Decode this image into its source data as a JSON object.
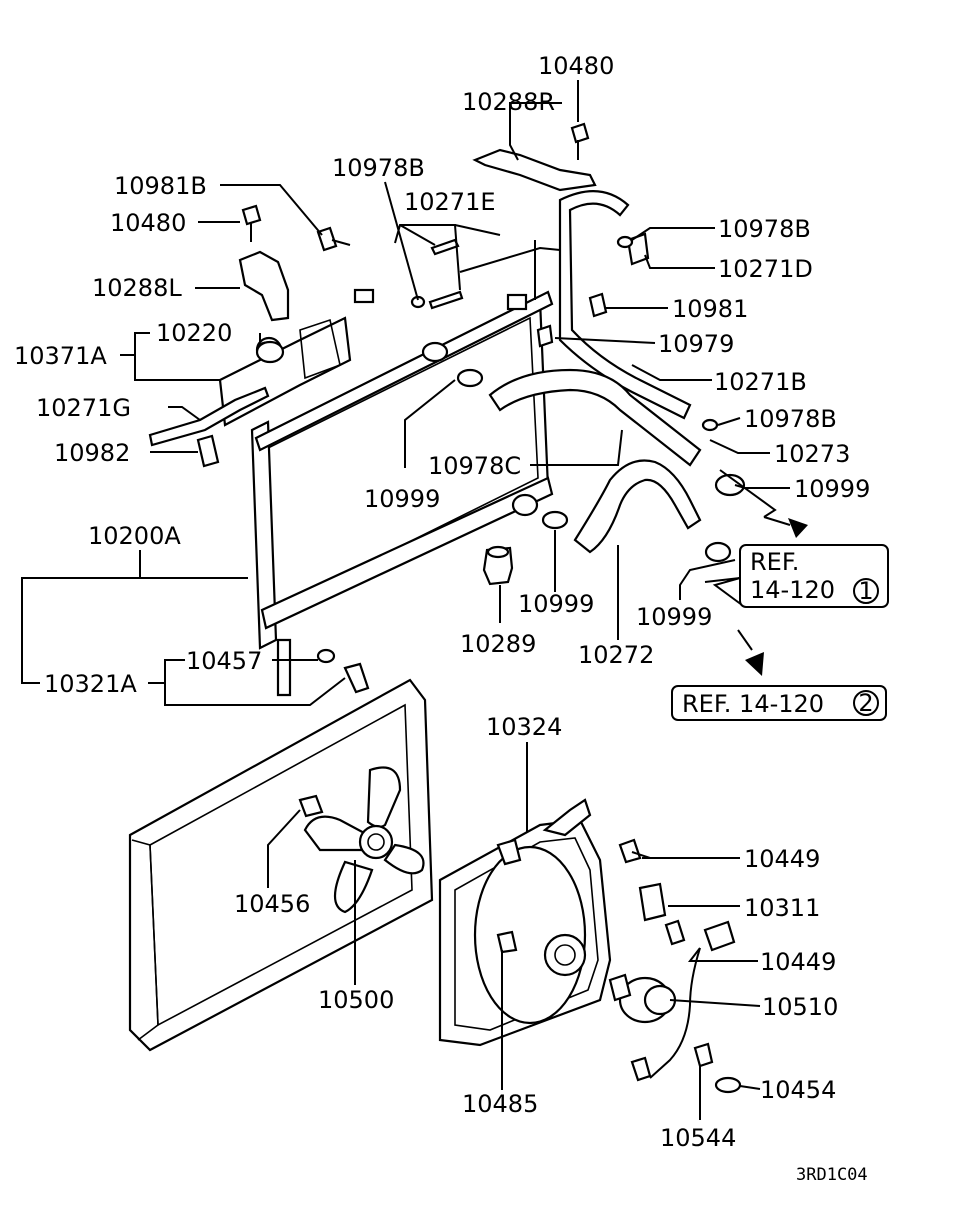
{
  "labels": {
    "p10480_top": "10480",
    "p10288R": "10288R",
    "p10978B_a": "10978B",
    "p10981B": "10981B",
    "p10480_left": "10480",
    "p10271E": "10271E",
    "p10978B_b": "10978B",
    "p10271D": "10271D",
    "p10288L": "10288L",
    "p10981": "10981",
    "p10220": "10220",
    "p10371A": "10371A",
    "p10979": "10979",
    "p10271B": "10271B",
    "p10271G": "10271G",
    "p10978B_c": "10978B",
    "p10982": "10982",
    "p10273": "10273",
    "p10978C": "10978C",
    "p10999_a": "10999",
    "p10999_b": "10999",
    "p10200A": "10200A",
    "p10999_c": "10999",
    "p10999_d": "10999",
    "p10289": "10289",
    "p10272": "10272",
    "p10457": "10457",
    "p10321A": "10321A",
    "p10324": "10324",
    "p10449_a": "10449",
    "p10311": "10311",
    "p10456": "10456",
    "p10449_b": "10449",
    "p10500": "10500",
    "p10510": "10510",
    "p10485": "10485",
    "p10454": "10454",
    "p10544": "10544"
  },
  "refs": {
    "ref1_line1": "REF.",
    "ref1_line2": "14-120",
    "ref1_circle": "1",
    "ref2_text": "REF. 14-120",
    "ref2_circle": "2"
  },
  "diagram_code": "3RD1C04"
}
